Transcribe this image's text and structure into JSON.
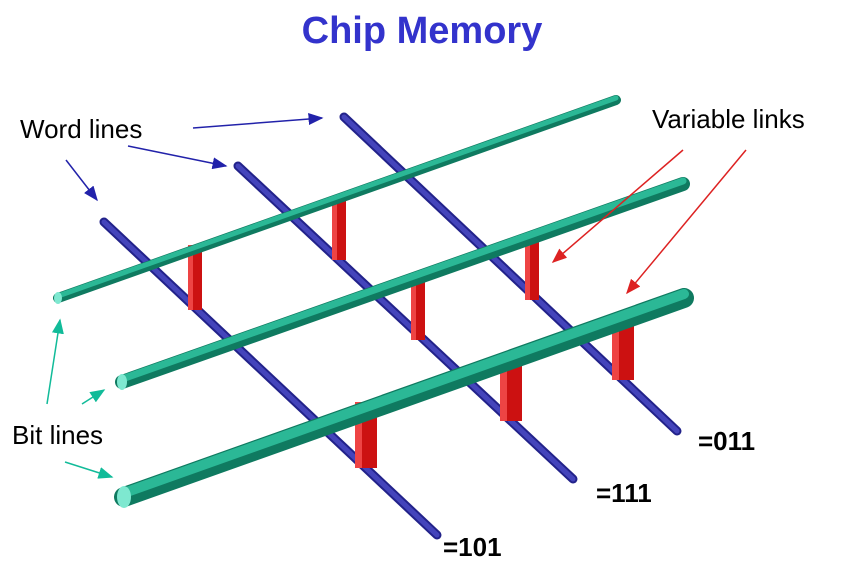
{
  "title": "Chip Memory",
  "labels": {
    "word_lines": "Word lines",
    "variable_links": "Variable links",
    "bit_lines": "Bit lines"
  },
  "codes": [
    "=011",
    "=111",
    "=101"
  ],
  "colors": {
    "title": "#3333cc",
    "word_line": "#3333aa",
    "bit_line": "#1a9d7d",
    "link": "#cc1111",
    "pointer_word": "#2222aa",
    "pointer_link": "#dd2222",
    "pointer_bit": "#11bb99"
  }
}
